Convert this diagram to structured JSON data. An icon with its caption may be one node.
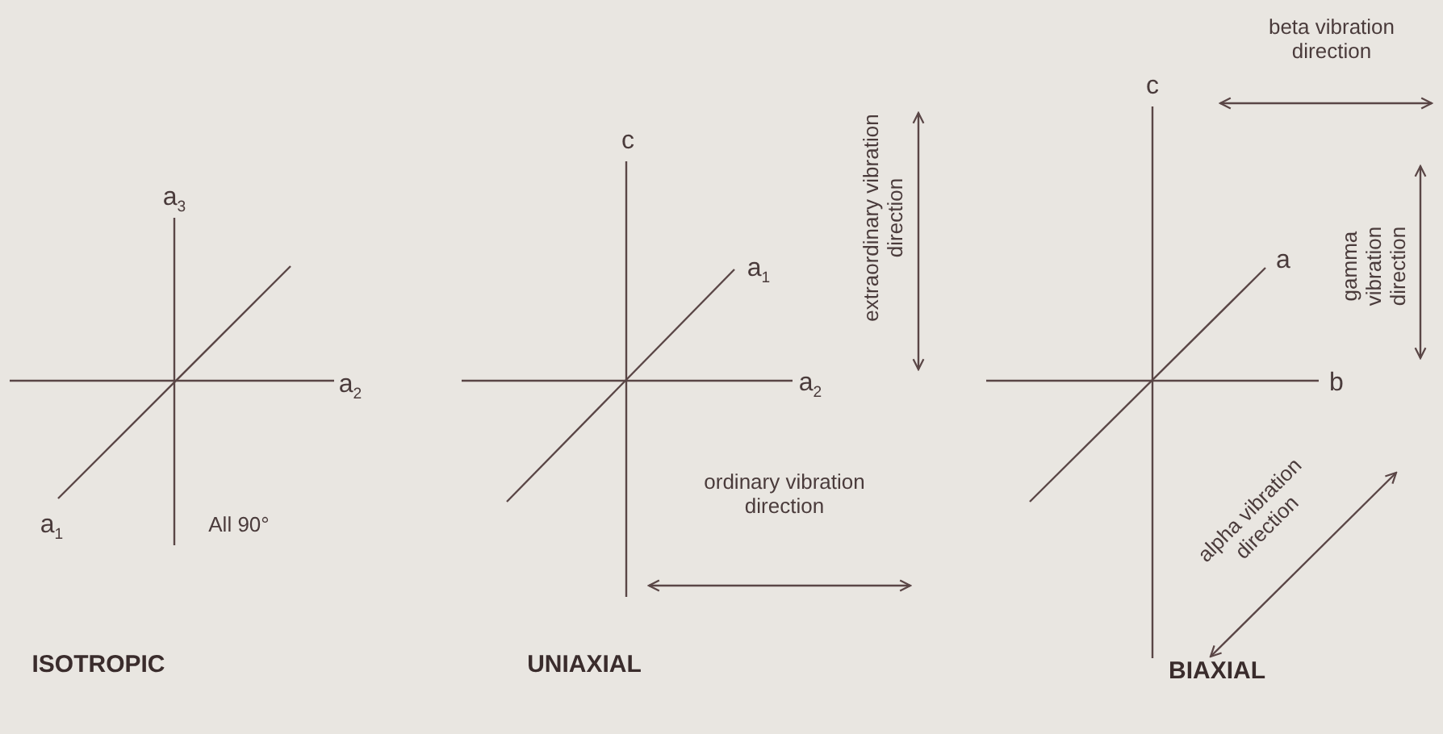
{
  "diagram": {
    "labels": [
      "a$_{3}$",
      "a$_{2}$",
      "a$_{1}$",
      "All 90°",
      "c",
      "extraordinary vibration direction",
      "a$_{1}$",
      "a$_{2}$",
      "ordinary vibration direction",
      "c",
      "beta vibration direction",
      "a",
      "gamma vibration direction",
      "b",
      "alpha vibration direction",
      "ISOTROPIC",
      "UNIAXIAL",
      "BIAXIAL"
    ]
  }
}
